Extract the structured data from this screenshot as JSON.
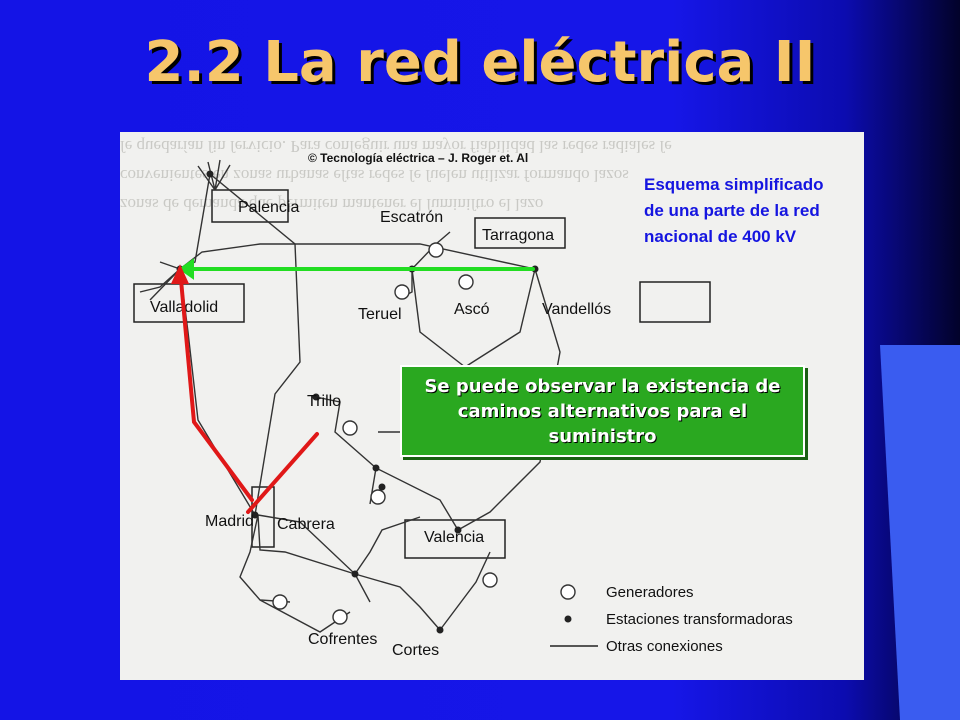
{
  "title": "2.2 La red eléctrica II",
  "credit": "© Tecnología eléctrica – J. Roger et. Al",
  "description": "Esquema simplificado de una parte de la red nacional de 400 kV",
  "callout": "Se puede observar la existencia de caminos alternativos para el suministro",
  "nodes": {
    "palencia": "Palencia",
    "valladolid": "Valladolid",
    "escatron": "Escatrón",
    "tarragona": "Tarragona",
    "teruel": "Teruel",
    "asco": "Ascó",
    "vandellos": "Vandellós",
    "trillo": "Trillo",
    "madrid": "Madrid",
    "cabrera": "Cabrera",
    "valencia": "Valencia",
    "cofrentes": "Cofrentes",
    "cortes": "Cortes"
  },
  "legend": {
    "generators": "Generadores",
    "substations": "Estaciones transformadoras",
    "connections": "Otras conexiones"
  },
  "colors": {
    "title": "#f6c66b",
    "description": "#1515e0",
    "callout_bg": "#2aa820",
    "path_red": "#e01818",
    "path_green": "#22dd22"
  }
}
